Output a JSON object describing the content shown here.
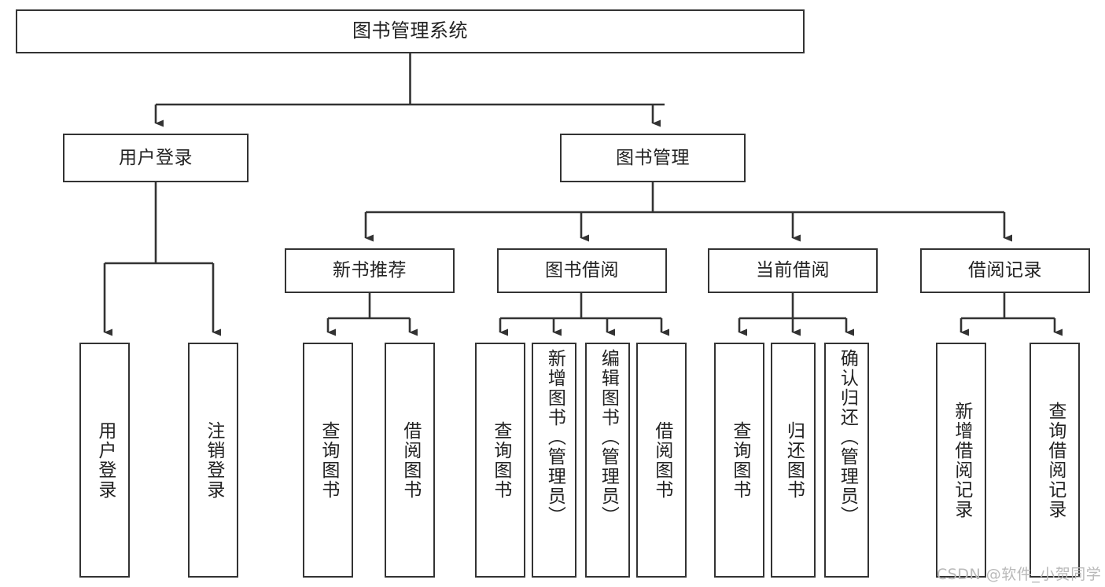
{
  "diagram": {
    "title": "图书管理系统",
    "type": "tree",
    "orientation": "top-down",
    "edge_style": "orthogonal-arrow",
    "colors": {
      "box_border": "#333333",
      "box_fill": "#ffffff",
      "edge": "#333333",
      "text": "#222222",
      "watermark": "#b9b9b9",
      "background": "#ffffff"
    }
  },
  "nodes": {
    "root": {
      "label": "图书管理系统"
    },
    "level1": [
      {
        "id": "user-login",
        "label": "用户登录"
      },
      {
        "id": "book-manage",
        "label": "图书管理"
      }
    ],
    "level2": [
      {
        "id": "new-book-rec",
        "label": "新书推荐"
      },
      {
        "id": "book-borrow",
        "label": "图书借阅"
      },
      {
        "id": "current-borrow",
        "label": "当前借阅"
      },
      {
        "id": "borrow-record",
        "label": "借阅记录"
      }
    ],
    "leaves": {
      "user_login": [
        {
          "id": "leaf-user-login",
          "label": "用户登录"
        },
        {
          "id": "leaf-logout",
          "label": "注销登录"
        }
      ],
      "new_book_rec": [
        {
          "id": "leaf-query-book-1",
          "label": "查询图书"
        },
        {
          "id": "leaf-borrow-book-1",
          "label": "借阅图书"
        }
      ],
      "book_borrow": [
        {
          "id": "leaf-query-book-2",
          "label": "查询图书"
        },
        {
          "id": "leaf-add-book",
          "label": "新增图书（管理员）"
        },
        {
          "id": "leaf-edit-book",
          "label": "编辑图书（管理员）"
        },
        {
          "id": "leaf-borrow-book-2",
          "label": "借阅图书"
        }
      ],
      "current_borrow": [
        {
          "id": "leaf-query-book-3",
          "label": "查询图书"
        },
        {
          "id": "leaf-return-book",
          "label": "归还图书"
        },
        {
          "id": "leaf-confirm-return",
          "label": "确认归还（管理员）"
        }
      ],
      "borrow_record": [
        {
          "id": "leaf-add-record",
          "label": "新增借阅记录"
        },
        {
          "id": "leaf-query-record",
          "label": "查询借阅记录"
        }
      ]
    }
  },
  "watermark": {
    "text": "CSDN @软件_小贺同学"
  }
}
